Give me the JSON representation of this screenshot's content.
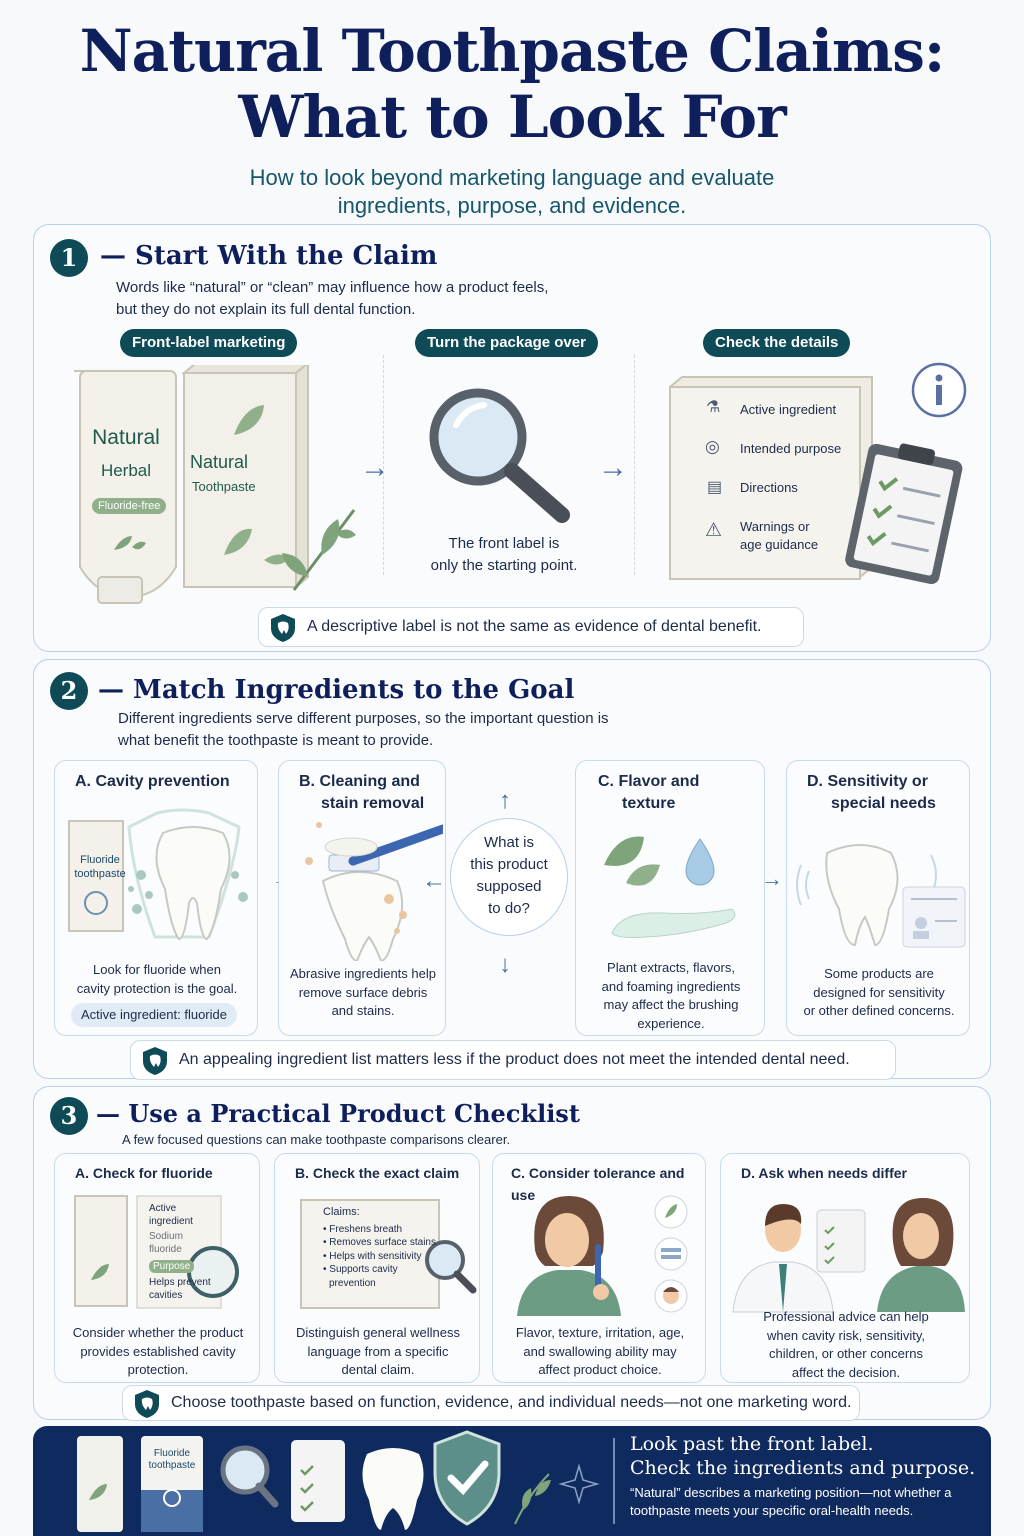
{
  "header": {
    "title_line1": "Natural Toothpaste Claims:",
    "title_line2": "What to Look For",
    "subtitle_line1": "How to look beyond marketing language and evaluate",
    "subtitle_line2": "ingredients, purpose, and evidence."
  },
  "section1": {
    "number": "1",
    "title": "— Start With the Claim",
    "desc_line1": "Words like “natural” or “clean” may influence how a product feels,",
    "desc_line2": "but they do not explain its full dental function.",
    "pills": [
      "Front-label marketing",
      "Turn the package over",
      "Check the details"
    ],
    "tube_labels": {
      "main": "Natural",
      "sub": "Herbal",
      "badge": "Fluoride-free"
    },
    "box_labels": {
      "main": "Natural",
      "sub": "Toothpaste"
    },
    "magnifier_caption_line1": "The front label is",
    "magnifier_caption_line2": "only the starting point.",
    "details": [
      "Active ingredient",
      "Intended purpose",
      "Directions",
      "Warnings or",
      "age guidance"
    ],
    "note": "A descriptive label is not the same as evidence of dental benefit."
  },
  "section2": {
    "number": "2",
    "title": "— Match Ingredients to the Goal",
    "desc_line1": "Different ingredients serve different purposes, so the important question is",
    "desc_line2": "what benefit the toothpaste is meant to provide.",
    "cards": [
      {
        "title_line1": "A.  Cavity prevention",
        "title_line2": "",
        "tube_label1": "Fluoride",
        "tube_label2": "toothpaste",
        "text_line1": "Look for fluoride when",
        "text_line2": "cavity protection is the goal.",
        "text_line3": "",
        "tag": "Active ingredient: fluoride"
      },
      {
        "title_line1": "B.  Cleaning and",
        "title_line2": "stain removal",
        "text_line1": "Abrasive ingredients help",
        "text_line2": "remove surface debris",
        "text_line3": "and stains."
      },
      {
        "title_line1": "C.  Flavor and",
        "title_line2": "texture",
        "text_line1": "Plant extracts, flavors,",
        "text_line2": "and foaming ingredients",
        "text_line3": "may affect the brushing",
        "text_line4": "experience."
      },
      {
        "title_line1": "D.  Sensitivity or",
        "title_line2": "special needs",
        "text_line1": "Some products are",
        "text_line2": "designed for sensitivity",
        "text_line3": "or other defined concerns."
      }
    ],
    "center_q": [
      "What is",
      "this product",
      "supposed",
      "to do?"
    ],
    "note": "An appealing ingredient list matters less if the product does not meet the intended dental need."
  },
  "section3": {
    "number": "3",
    "title": "— Use a Practical Product Checklist",
    "desc": "A few focused questions can make toothpaste comparisons clearer.",
    "cards": [
      {
        "title": "A.  Check for fluoride",
        "label": [
          "Active",
          "ingredient",
          "Sodium",
          "fluoride",
          "Purpose",
          "Helps prevent",
          "cavities"
        ],
        "text_line1": "Consider whether the product",
        "text_line2": "provides established cavity",
        "text_line3": "protection."
      },
      {
        "title": "B.  Check the exact claim",
        "claims_head": "Claims:",
        "claims": [
          "• Freshens breath",
          "• Removes surface stains",
          "• Helps with sensitivity",
          "• Supports cavity",
          "  prevention"
        ],
        "text_line1": "Distinguish general wellness",
        "text_line2": "language from a specific",
        "text_line3": "dental claim."
      },
      {
        "title": "C.  Consider tolerance and use",
        "text_line1": "Flavor, texture, irritation, age,",
        "text_line2": "and swallowing ability may",
        "text_line3": "affect product choice."
      },
      {
        "title": "D.  Ask when needs differ",
        "text_line1": "Professional advice can help",
        "text_line2": "when cavity risk, sensitivity,",
        "text_line3": "children, or other concerns",
        "text_line4": "affect the decision."
      }
    ],
    "note": "Choose toothpaste based on function, evidence, and individual needs—not one marketing word."
  },
  "footer": {
    "tube_label1": "Fluoride",
    "tube_label2": "toothpaste",
    "head_line1": "Look past the front label.",
    "head_line2": "Check the ingredients and purpose.",
    "text": "“Natural” describes a marketing position—not whether a toothpaste meets your specific oral-health needs."
  },
  "colors": {
    "navy": "#0f1f5c",
    "teal": "#0f4b57",
    "accent": "#4a6fa5",
    "leaf": "#7fa37a"
  }
}
